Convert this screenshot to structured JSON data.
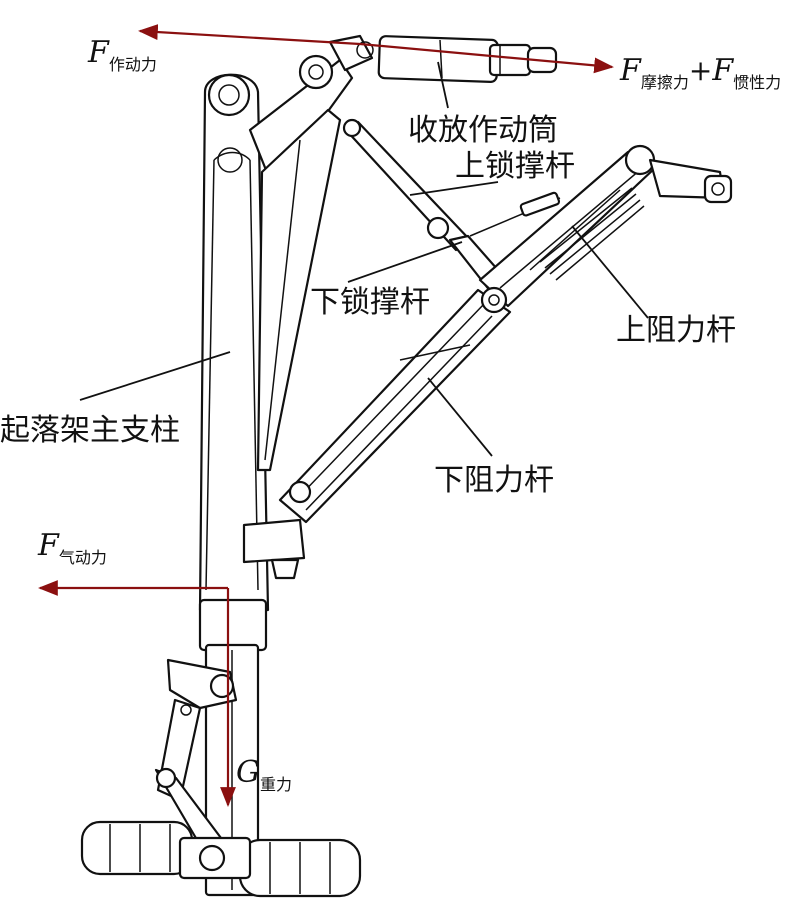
{
  "colors": {
    "force_arrow": "#8b1010",
    "line": "#111111",
    "background": "#ffffff"
  },
  "labels": {
    "actuator": "收放作动筒",
    "upper_lock_strut": "上锁撑杆",
    "lower_lock_strut": "下锁撑杆",
    "upper_drag_brace": "上阻力杆",
    "main_strut": "起落架主支柱",
    "lower_drag_brace": "下阻力杆"
  },
  "forces": {
    "actuation": {
      "symbol": "F",
      "subscript": "作动力"
    },
    "friction_inertia": {
      "symbol1": "F",
      "subscript1": "摩擦力",
      "plus": "+",
      "symbol2": "F",
      "subscript2": "惯性力"
    },
    "aero": {
      "symbol": "F",
      "subscript": "气动力"
    },
    "gravity": {
      "symbol": "G",
      "subscript": "重力"
    }
  }
}
